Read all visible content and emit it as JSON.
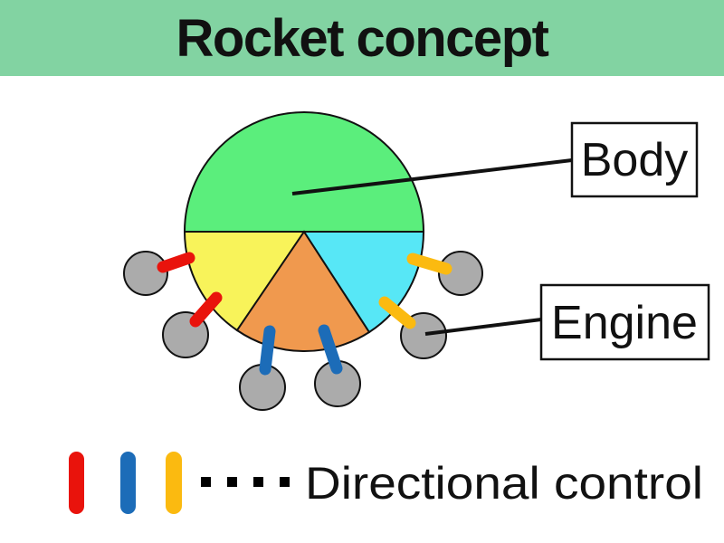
{
  "header": {
    "title": "Rocket concept",
    "bg_color": "#82d3a2",
    "text_color": "#111111"
  },
  "diagram": {
    "body_label": "Body",
    "engine_label": "Engine",
    "colors": {
      "body_green": "#5bee7c",
      "side_yellow": "#f8f35a",
      "center_orange": "#f0994e",
      "side_cyan": "#57e7f6",
      "engine_gray": "#ababab",
      "thrust_red": "#e9130c",
      "thrust_blue": "#1c6cb8",
      "thrust_yellow": "#fbba10"
    }
  },
  "legend": {
    "bars": [
      {
        "name": "red",
        "color": "#e9130c"
      },
      {
        "name": "blue",
        "color": "#1c6cb8"
      },
      {
        "name": "yellow",
        "color": "#fbba10"
      }
    ],
    "dot_color": "#000000",
    "label": "Directional control"
  }
}
